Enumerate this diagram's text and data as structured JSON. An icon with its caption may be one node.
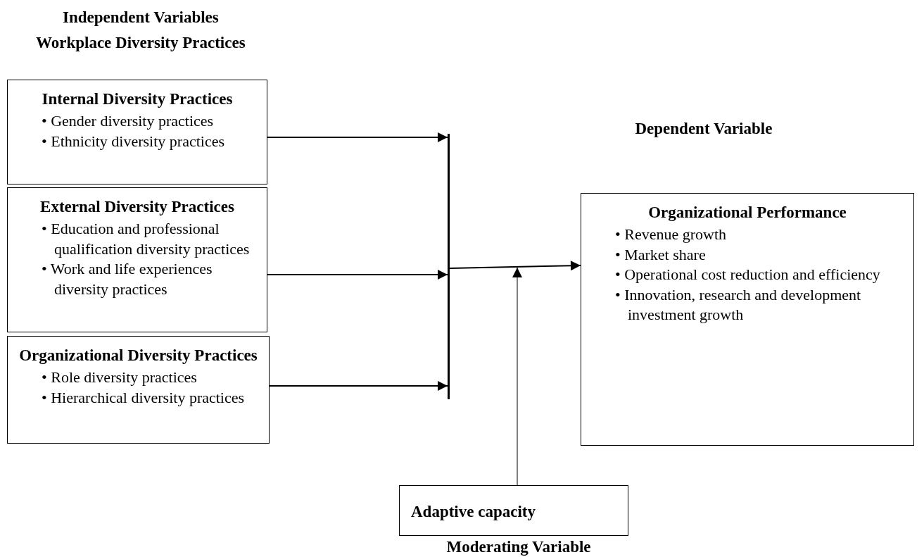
{
  "diagram": {
    "nodes": [
      {
        "text": [
          "Internal Diversity Practices",
          "• Gender diversity practices",
          "• Ethnicity diversity practices"
        ]
      },
      {
        "text": [
          "External Diversity Practices",
          "• Education and professional qualification diversity practices",
          "• Work and life experiences diversity practices"
        ]
      },
      {
        "text": [
          "Organizational Diversity Practices",
          "• Role diversity practices",
          "• Hierarchical diversity practices"
        ]
      },
      {
        "text": [],
        "shape": "bar"
      },
      {
        "text": [
          "Organizational Performance",
          "• Revenue growth",
          "• Market share",
          "• Operational cost reduction and efficiency",
          "• Innovation, research and development investment growth"
        ],
        "beside": [
          "Dependent Variable"
        ]
      },
      {
        "text": [
          "Adaptive capacity"
        ],
        "beside": [
          "Moderating Variable"
        ]
      }
    ],
    "edges": [
      {
        "from": 0,
        "to": 3,
        "arrow": "to"
      },
      {
        "from": 1,
        "to": 3,
        "arrow": "to"
      },
      {
        "from": 2,
        "to": 3,
        "arrow": "to"
      },
      {
        "from": 3,
        "to": 4,
        "arrow": "to"
      },
      {
        "from": 5,
        "to": null,
        "arrow": "to"
      }
    ],
    "labels": [
      "Independent Variables",
      "Workplace Diversity Practices"
    ]
  }
}
